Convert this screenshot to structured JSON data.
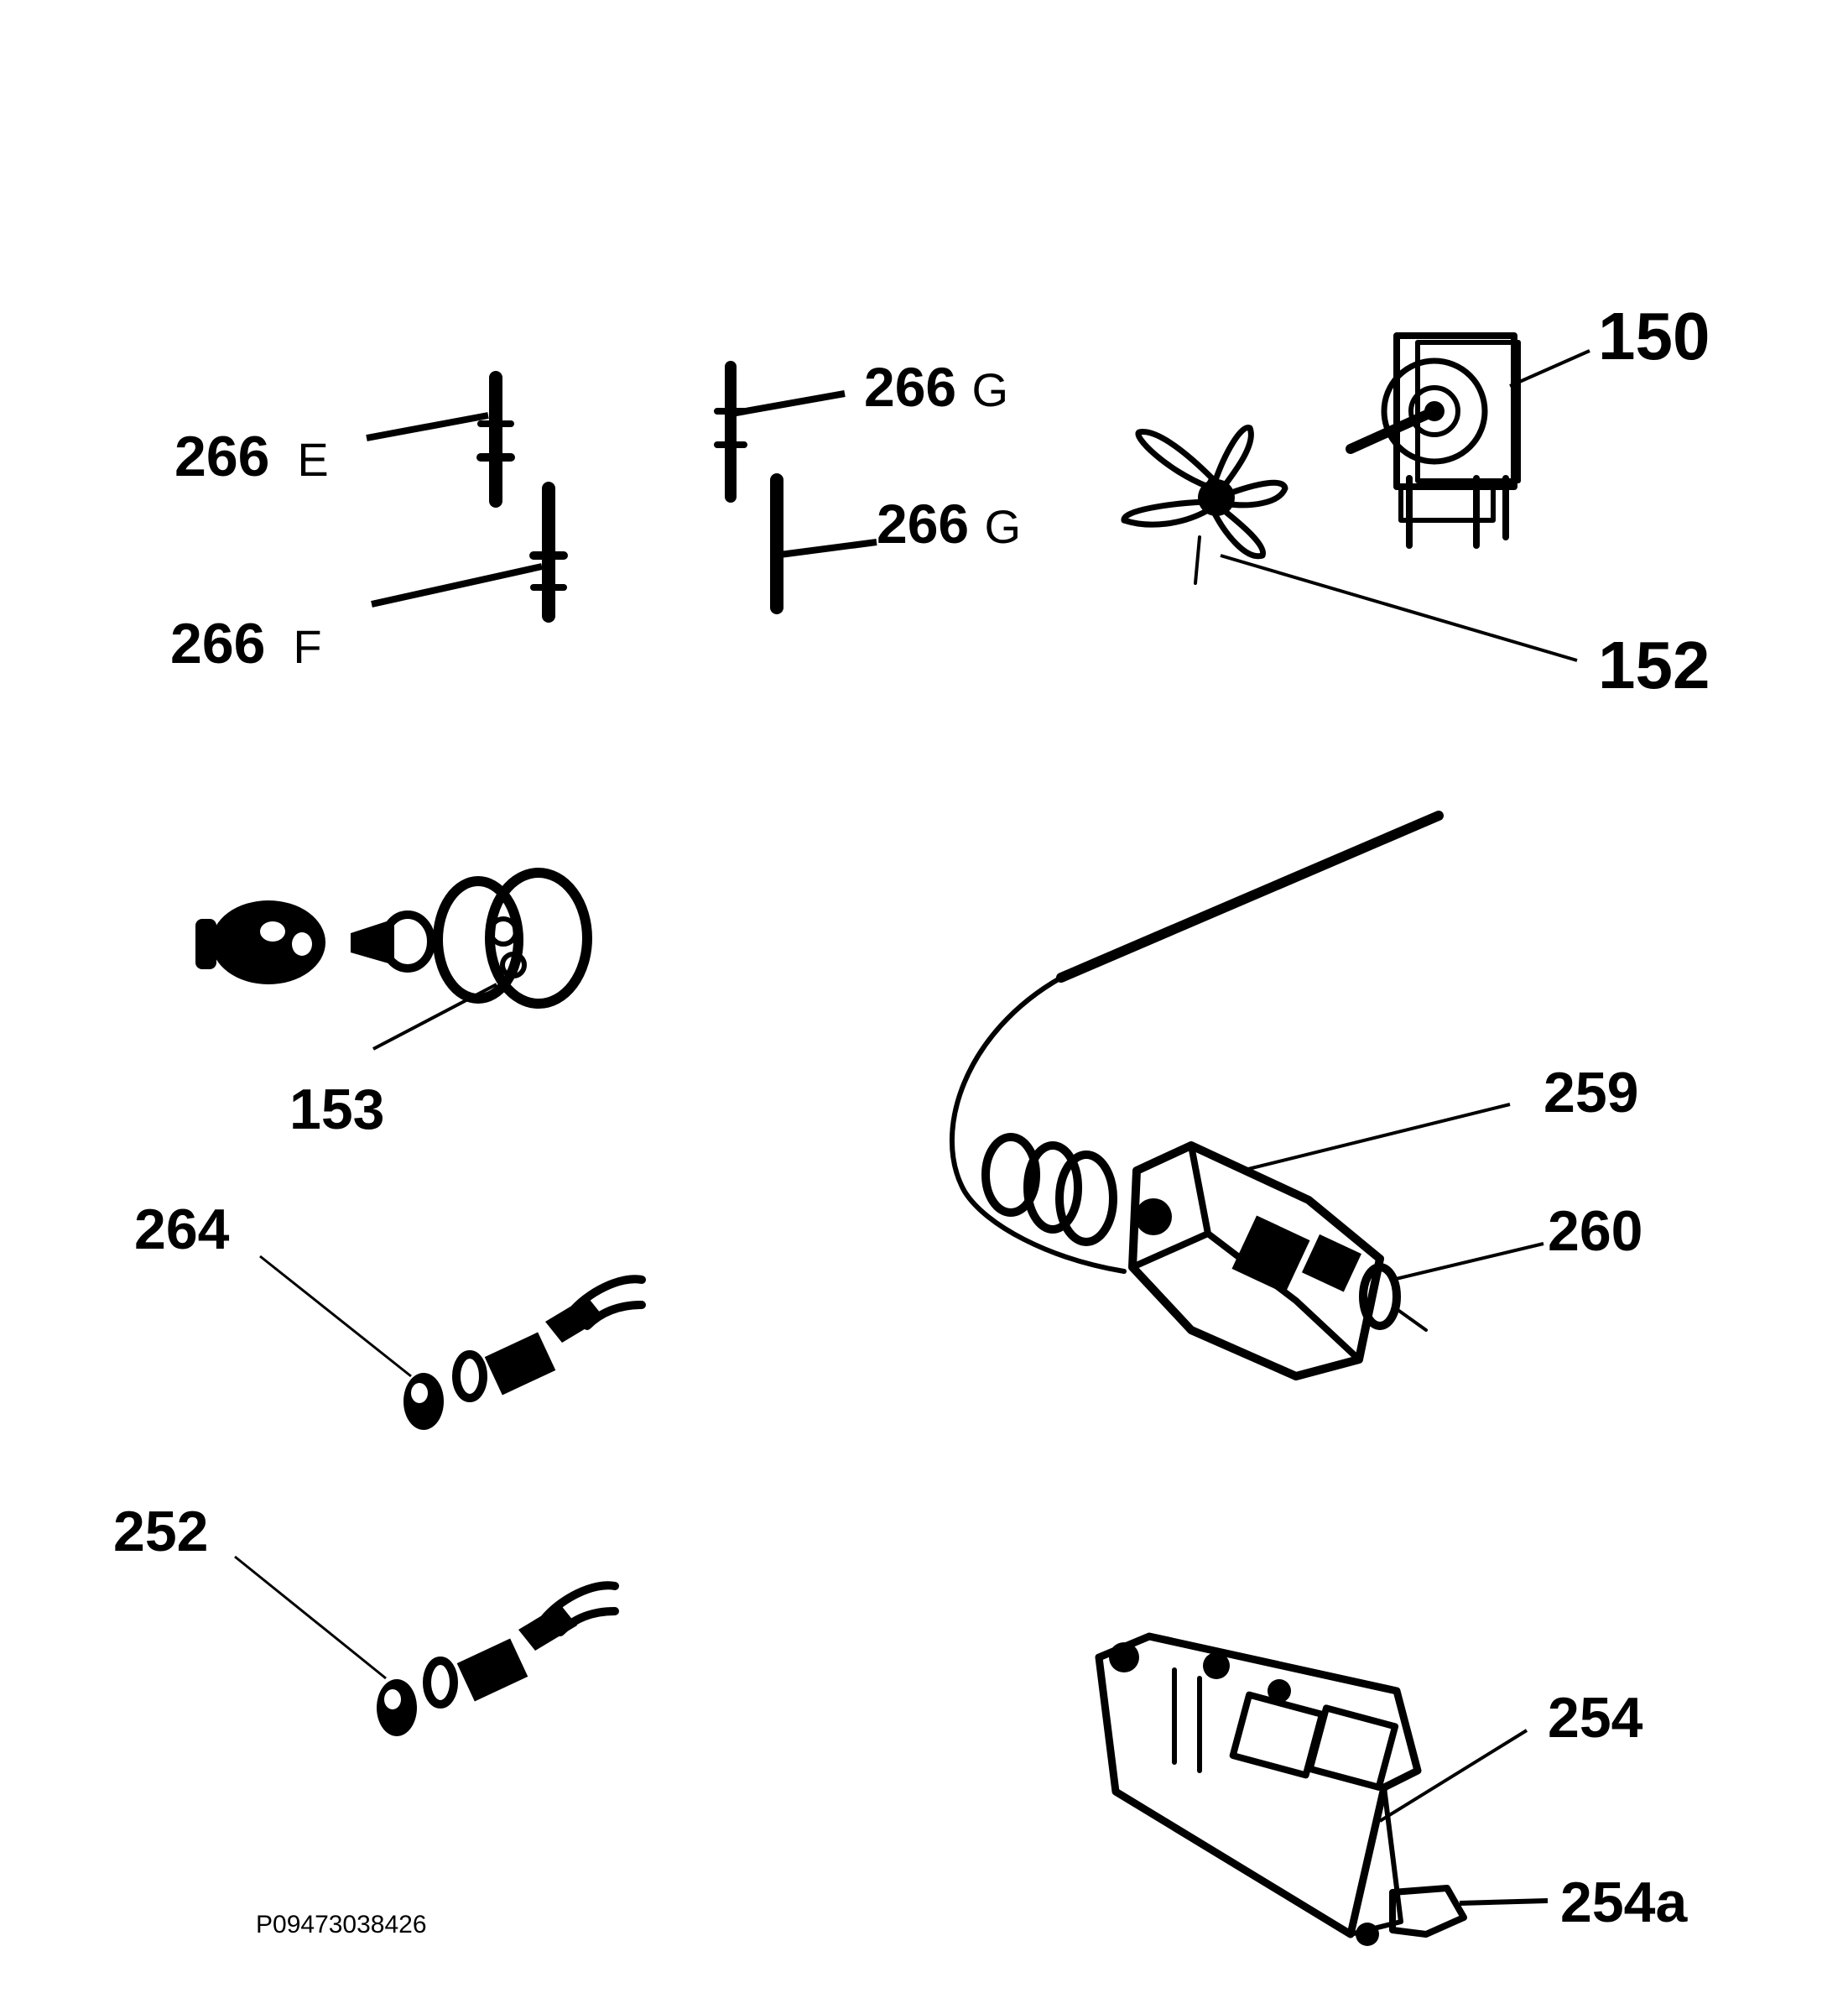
{
  "diagram": {
    "reference_code": "P09473038426",
    "callouts": {
      "c266e": {
        "number": "266",
        "suffix": "E"
      },
      "c266f": {
        "number": "266",
        "suffix": "F"
      },
      "c266g_top": {
        "number": "266",
        "suffix": "G"
      },
      "c266g_mid": {
        "number": "266",
        "suffix": "G"
      },
      "c150": {
        "number": "150"
      },
      "c152": {
        "number": "152"
      },
      "c153": {
        "number": "153"
      },
      "c259": {
        "number": "259"
      },
      "c260": {
        "number": "260"
      },
      "c264": {
        "number": "264"
      },
      "c252": {
        "number": "252"
      },
      "c254": {
        "number": "254"
      },
      "c254a": {
        "number": "254a"
      }
    }
  }
}
